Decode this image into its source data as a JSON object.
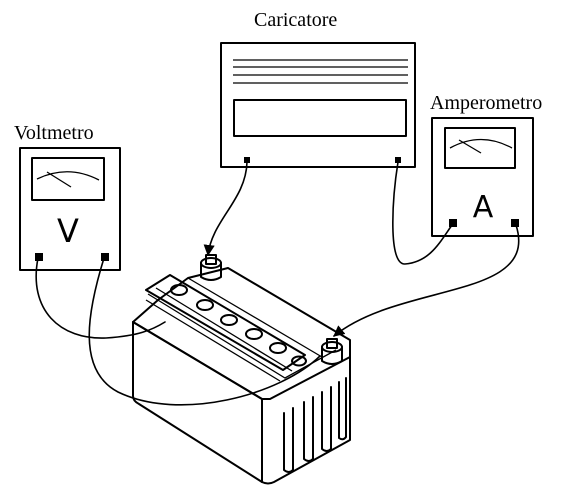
{
  "labels": {
    "charger": "Caricatore",
    "ammeter": "Amperometro",
    "voltmeter": "Voltmetro"
  },
  "meter_symbols": {
    "ammeter": "A",
    "voltmeter": "V"
  },
  "colors": {
    "ink": "#000000",
    "background": "#ffffff"
  }
}
